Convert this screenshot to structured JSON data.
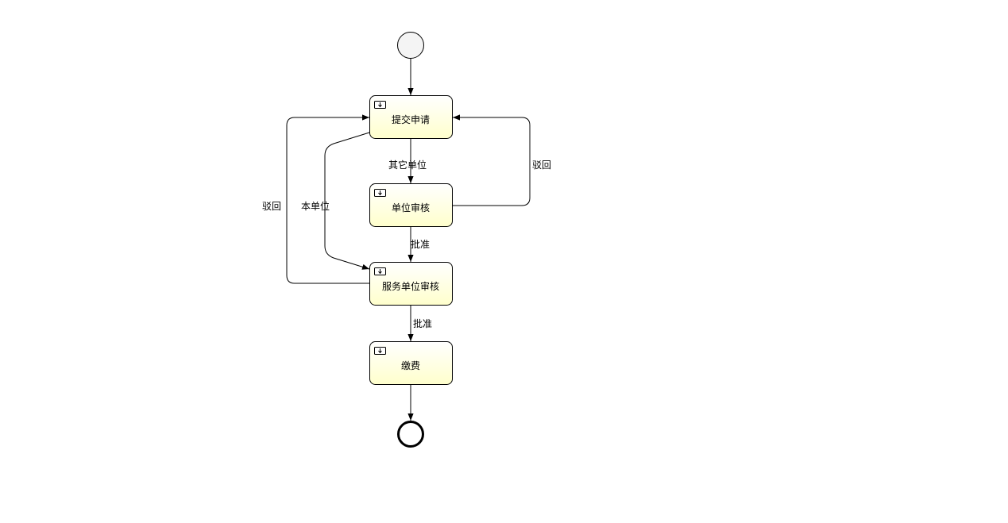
{
  "diagram": {
    "tasks": [
      {
        "id": "submit",
        "label": "提交申请"
      },
      {
        "id": "unit-review",
        "label": "单位审核"
      },
      {
        "id": "service-review",
        "label": "服务单位审核"
      },
      {
        "id": "payment",
        "label": "缴费"
      }
    ],
    "edge_labels": {
      "other_unit": "其它单位",
      "reject_right": "驳回",
      "own_unit": "本单位",
      "reject_left": "驳回",
      "approve_1": "批准",
      "approve_2": "批准"
    },
    "icons": {
      "start_event": "start-event-circle",
      "end_event": "end-event-circle",
      "task_marker": "user-task-icon"
    },
    "colors": {
      "task_fill_top": "#ffffff",
      "task_fill_bottom": "#ffffcc",
      "stroke": "#000000",
      "start_fill": "#f4f4f4"
    }
  }
}
